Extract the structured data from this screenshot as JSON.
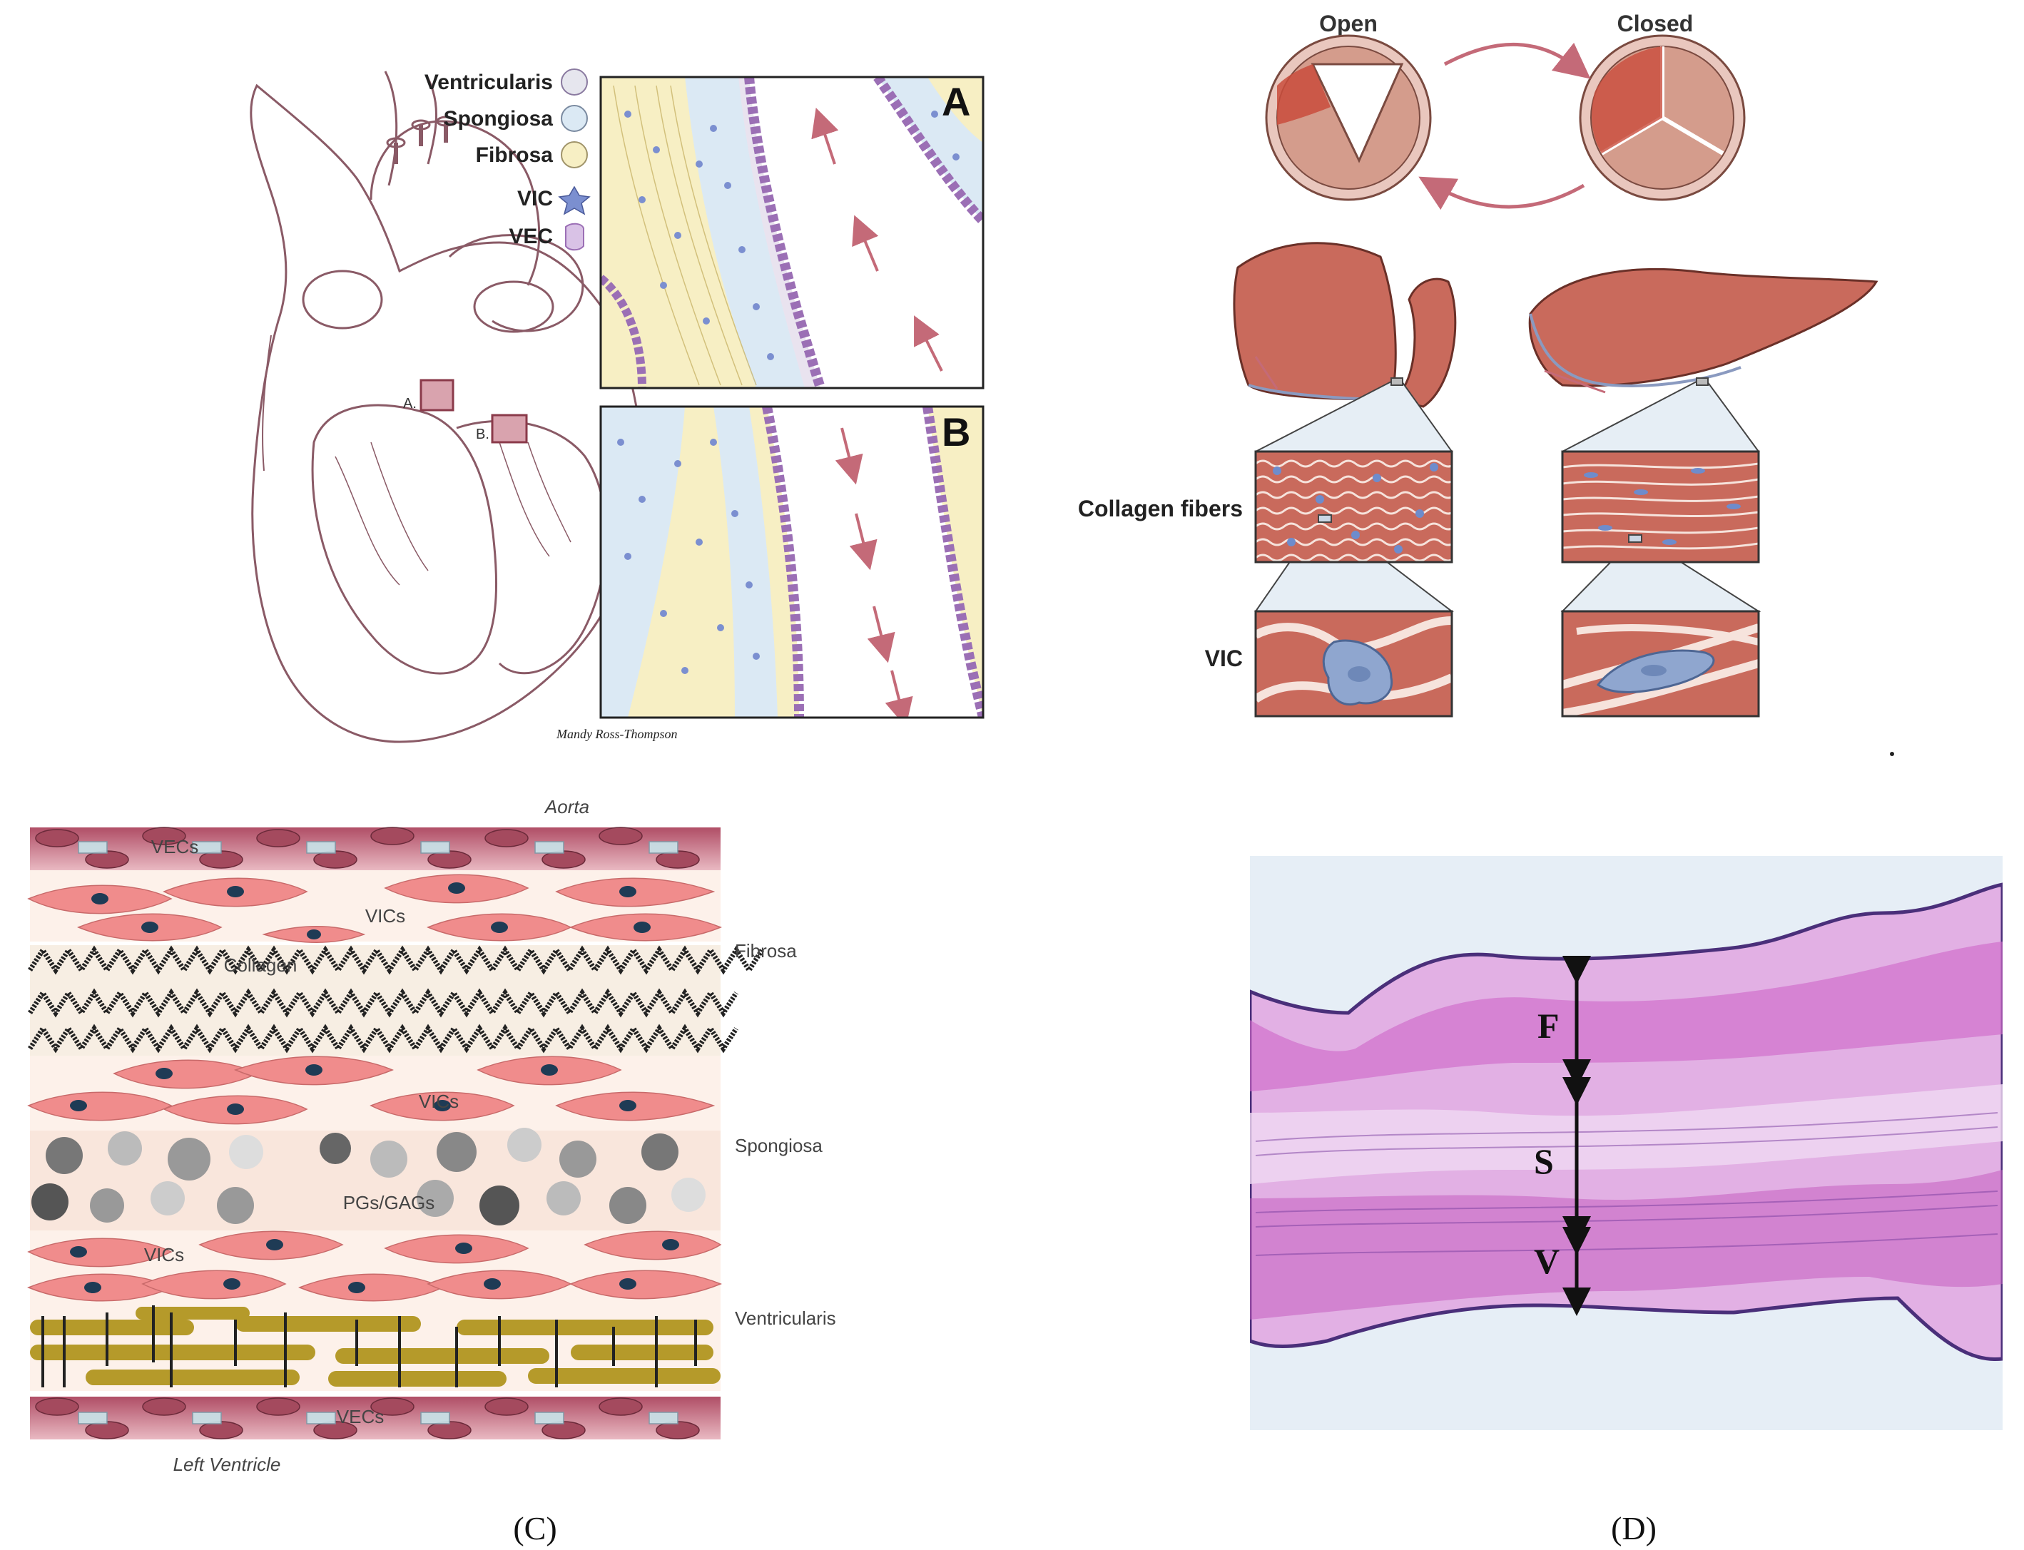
{
  "panel_a": {
    "legend": [
      {
        "label": "Ventricularis",
        "icon": "ventricularis-swatch-icon"
      },
      {
        "label": "Spongiosa",
        "icon": "spongiosa-swatch-icon"
      },
      {
        "label": "Fibrosa",
        "icon": "fibrosa-swatch-icon"
      },
      {
        "label": "VIC",
        "icon": "vic-cell-icon"
      },
      {
        "label": "VEC",
        "icon": "vec-cell-icon"
      }
    ],
    "inset_a_letter": "A",
    "inset_b_letter": "B",
    "heart_label_a": "A.",
    "heart_label_b": "B.",
    "signature": "Mandy Ross-Thompson"
  },
  "panel_b": {
    "open_label": "Open",
    "closed_label": "Closed",
    "collagen_label": "Collagen fibers",
    "vic_label": "VIC"
  },
  "panel_c": {
    "aorta_label": "Aorta",
    "left_ventricle_label": "Left Ventricle",
    "vecs_top": "VECs",
    "vecs_bottom": "VECs",
    "vics_1": "VICs",
    "collagen": "Collagen",
    "vics_2": "VICs",
    "pgs": "PGs/GAGs",
    "vics_3": "VICs",
    "fibrosa": "Fibrosa",
    "spongiosa": "Spongiosa",
    "ventricularis": "Ventricularis",
    "caption": "(C)"
  },
  "panel_d": {
    "f_label": "F",
    "s_label": "S",
    "v_label": "V",
    "caption": "(D)"
  },
  "colors": {
    "heart_line": "#8a5a66",
    "fibrosa": "#f7efc4",
    "spongiosa": "#dbe9f4",
    "vec": "#b48cc4",
    "arrow": "#c46a78",
    "leaflet": "#c96a5c",
    "vic_body": "#f08c8c",
    "vic_nucleus": "#1f3b55",
    "histology_pink": "#cf6bc9",
    "histology_bg": "#e6eef6"
  }
}
